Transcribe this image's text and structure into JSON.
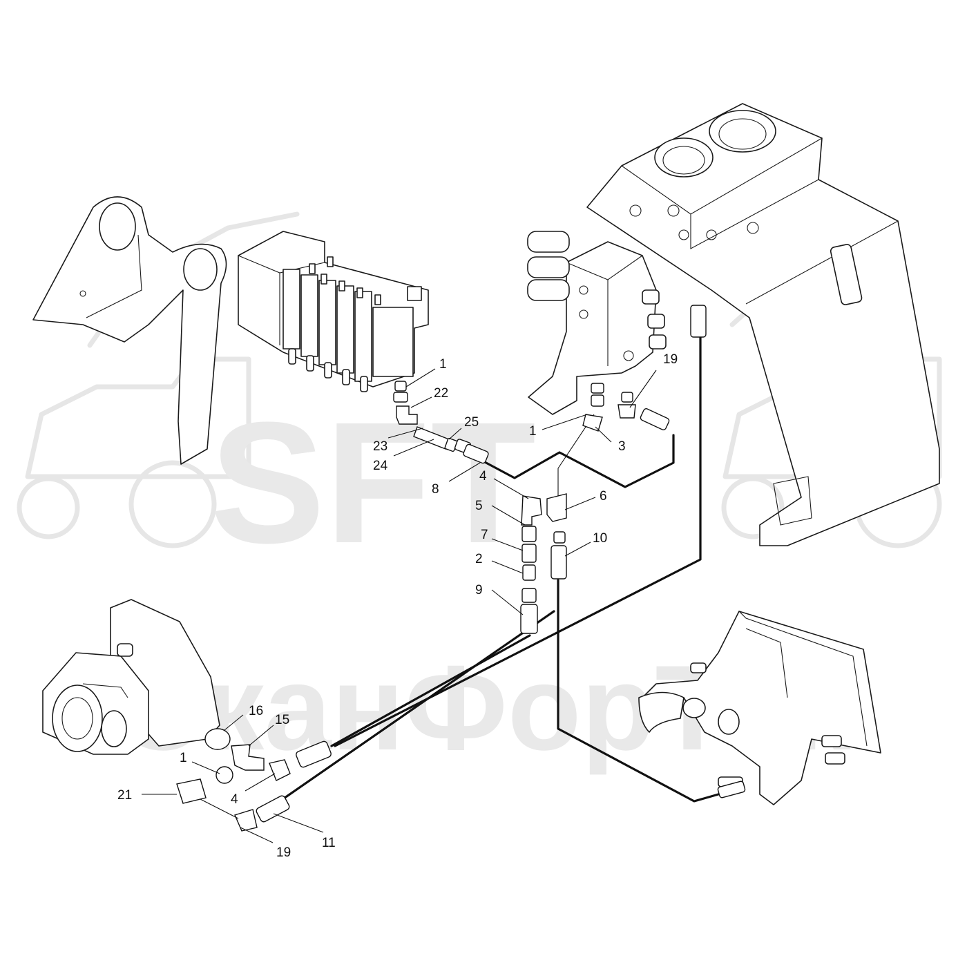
{
  "watermark": {
    "logo_text": "SFT",
    "brand_text": "СканФорТек",
    "color": "#e9e9e9"
  },
  "colors": {
    "line": "#111111",
    "background": "#ffffff"
  },
  "callouts": {
    "c01": "1",
    "c02": "22",
    "c03": "25",
    "c04": "23",
    "c05": "24",
    "c06": "8",
    "c07": "4",
    "c08": "5",
    "c09": "7",
    "c10": "2",
    "c11": "9",
    "c12": "1",
    "c13": "3",
    "c14": "19",
    "c15": "6",
    "c16": "10",
    "c17": "16",
    "c18": "15",
    "c19": "1",
    "c20": "21",
    "c21": "4",
    "c22": "19",
    "c23": "11"
  }
}
